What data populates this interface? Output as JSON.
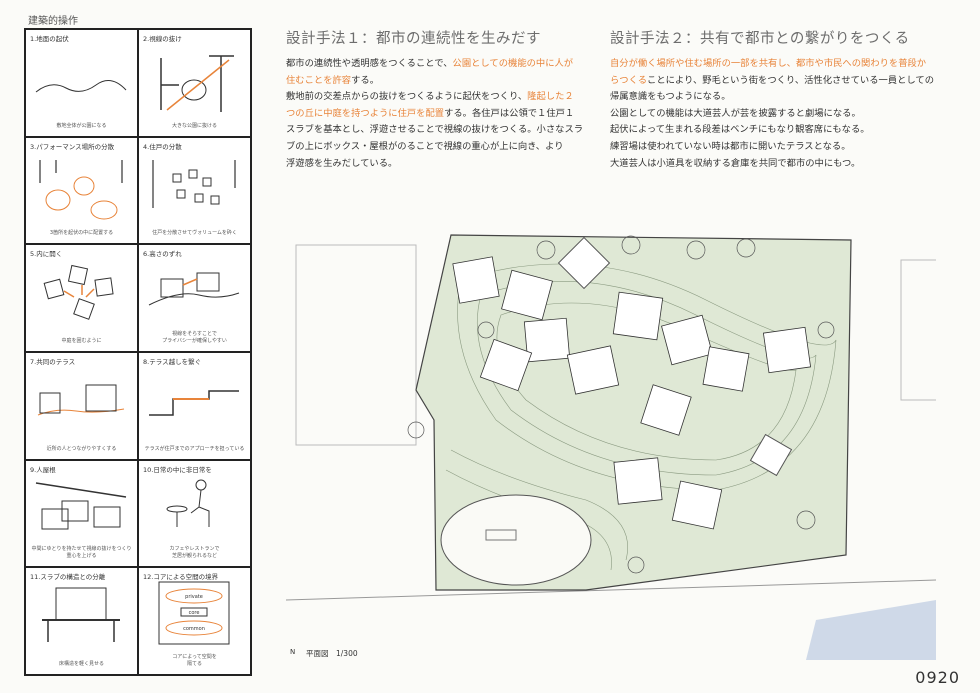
{
  "page_label": "建築的操作",
  "cells": [
    {
      "title": "1.地面の起伏",
      "caption": "敷地全体が公園になる"
    },
    {
      "title": "2.視線の抜け",
      "caption": "大きな公園に抜ける"
    },
    {
      "title": "3.パフォーマンス場所の分散",
      "caption": "3箇所を起伏の中に配置する"
    },
    {
      "title": "4.住戸の分散",
      "caption": "住戸を分散させてヴォリュームを砕く"
    },
    {
      "title": "5.内に開く",
      "caption": "中庭を囲むように"
    },
    {
      "title": "6.高さのずれ",
      "caption": "視線をそらすことで\nプライバシーが確保しやすい"
    },
    {
      "title": "7.共同のテラス",
      "caption": "近所の人とつながりやすくする"
    },
    {
      "title": "8.テラス越しを繋ぐ",
      "caption": "テラスが住戸までのアプローチを担っている"
    },
    {
      "title": "9.人屋根",
      "caption": "中間にゆとりを持たせて視線の抜けをつくり\n重心を上げる"
    },
    {
      "title": "10.日常の中に非日常を",
      "caption": "カフェやレストランで\n芝居が観られるなど"
    },
    {
      "title": "11.スラブの構造との分離",
      "caption": "床構造を軽く見せる"
    },
    {
      "title": "12.コアによる空間の境界",
      "caption": "コアによって空間を\n隔てる",
      "labels": [
        "private",
        "core",
        "common"
      ]
    }
  ],
  "method1": {
    "heading": "設計手法１：都市の連続性を生みだす",
    "lines": [
      [
        {
          "t": "都市の連続性や透明感をつくることで、"
        },
        {
          "t": "公園としての機能の中に人が",
          "hl": true
        }
      ],
      [
        {
          "t": "住むことを許容",
          "hl": true
        },
        {
          "t": "する。"
        }
      ],
      [
        {
          "t": "敷地前の交差点からの抜けをつくるように起伏をつくり、"
        },
        {
          "t": "隆起した２",
          "hl": true
        }
      ],
      [
        {
          "t": "つの丘に中庭を持つように住戸を配置",
          "hl": true
        },
        {
          "t": "する。各住戸は公領で１住戸１"
        }
      ],
      [
        {
          "t": "スラブを基本とし、浮遊させることで視線の抜けをつくる。小さなスラ"
        }
      ],
      [
        {
          "t": "ブの上にボックス・屋根がのることで視線の重心が上に向き、より"
        }
      ],
      [
        {
          "t": "浮遊感を生みだしている。"
        }
      ]
    ]
  },
  "method2": {
    "heading": "設計手法２：共有で都市との繋がりをつくる",
    "lines": [
      [
        {
          "t": "自分が働く場所や住む場所の一部を共有し、都市や市民への関わりを普段か",
          "hl": true
        }
      ],
      [
        {
          "t": "らつくる",
          "hl": true
        },
        {
          "t": "ことにより、野毛という街をつくり、活性化させている一員としての"
        }
      ],
      [
        {
          "t": "帰属意識をもつようになる。"
        }
      ],
      [
        {
          "t": "公園としての機能は大道芸人が芸を披露すると劇場になる。"
        }
      ],
      [
        {
          "t": "起伏によって生まれる段差はベンチにもなり観客席にもなる。"
        }
      ],
      [
        {
          "t": "練習場は使われていない時は都市に開いたテラスとなる。"
        }
      ],
      [
        {
          "t": "大道芸人は小道具を収納する倉庫を共同で都市の中にもつ。"
        }
      ]
    ]
  },
  "plan": {
    "label": "平面図　1/300",
    "north": "N"
  },
  "sheet_number": "0920",
  "colors": {
    "accent": "#e8843a",
    "green": "#c9d8b8"
  }
}
